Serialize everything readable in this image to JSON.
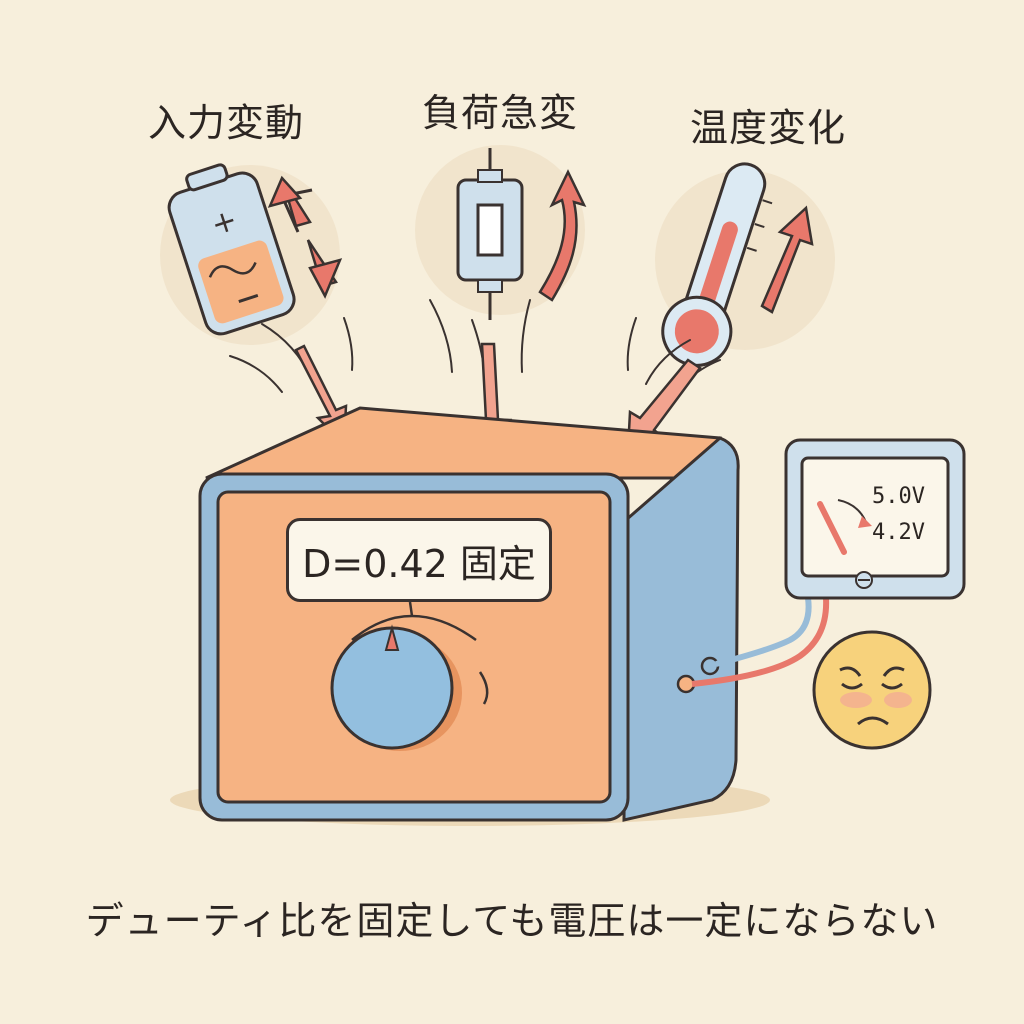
{
  "labels": {
    "input_variation": "入力変動",
    "load_change": "負荷急変",
    "temperature_change": "温度変化"
  },
  "box": {
    "duty_label": "D=0.42 固定"
  },
  "meter": {
    "high_value": "5.0V",
    "low_value": "4.2V"
  },
  "caption": "デューティ比を固定しても電圧は一定にならない",
  "colors": {
    "background": "#f7efdc",
    "box_face": "#f6b383",
    "box_frame": "#98bcd8",
    "arrow": "#e8786b",
    "knob": "#93bfdf",
    "face": "#f7d27c"
  },
  "icons": [
    "battery-icon",
    "resistor-icon",
    "thermometer-icon",
    "voltmeter-icon",
    "sad-face-icon",
    "knob-icon"
  ]
}
